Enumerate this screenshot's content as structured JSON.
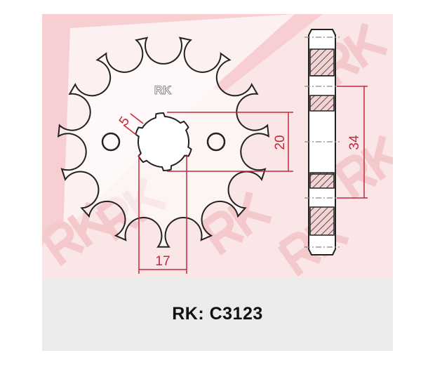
{
  "part_label": "RK: C3123",
  "logo_text": "RK",
  "watermark_text": "RK",
  "dimensions": {
    "bore_width": "20",
    "spline_width": "17",
    "spline_tooth": "5",
    "bolt_spacing": "34"
  },
  "sprocket": {
    "teeth": 15
  },
  "colors": {
    "dimension": "#c4283a",
    "watermark": "#f4c9cc",
    "band": "#ebebeb"
  }
}
